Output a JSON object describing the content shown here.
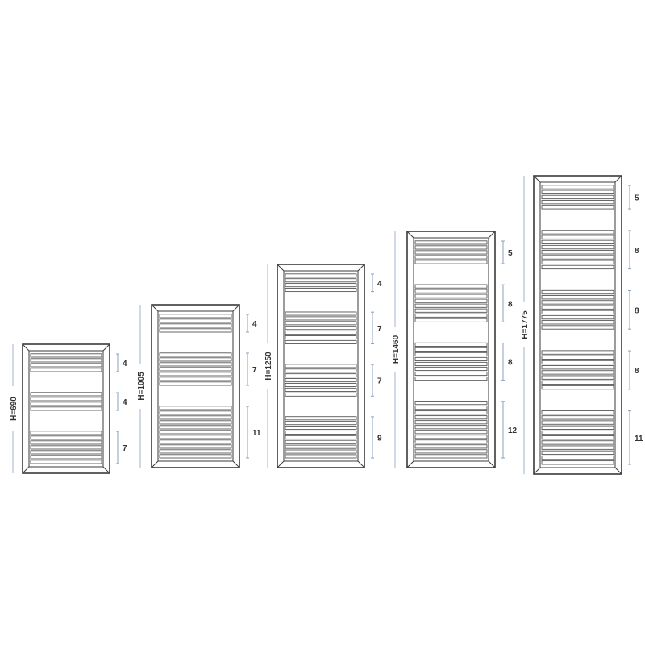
{
  "colors": {
    "frame": "#3a3a3a",
    "bar": "#555555",
    "dimension": "#8aa0bf",
    "text": "#333333"
  },
  "radiators": [
    {
      "height_label": "H=690",
      "groups": [
        {
          "bars": 4,
          "label": "4"
        },
        {
          "bars": 4,
          "label": "4"
        },
        {
          "bars": 7,
          "label": "7"
        }
      ]
    },
    {
      "height_label": "H=1005",
      "groups": [
        {
          "bars": 4,
          "label": "4"
        },
        {
          "bars": 7,
          "label": "7"
        },
        {
          "bars": 11,
          "label": "11"
        }
      ]
    },
    {
      "height_label": "H=1250",
      "groups": [
        {
          "bars": 4,
          "label": "4"
        },
        {
          "bars": 7,
          "label": "7"
        },
        {
          "bars": 7,
          "label": "7"
        },
        {
          "bars": 9,
          "label": "9"
        }
      ]
    },
    {
      "height_label": "H=1460",
      "groups": [
        {
          "bars": 5,
          "label": "5"
        },
        {
          "bars": 8,
          "label": "8"
        },
        {
          "bars": 8,
          "label": "8"
        },
        {
          "bars": 12,
          "label": "12"
        }
      ]
    },
    {
      "height_label": "H=1775",
      "groups": [
        {
          "bars": 5,
          "label": "5"
        },
        {
          "bars": 8,
          "label": "8"
        },
        {
          "bars": 8,
          "label": "8"
        },
        {
          "bars": 8,
          "label": "8"
        },
        {
          "bars": 11,
          "label": "11"
        }
      ]
    }
  ]
}
